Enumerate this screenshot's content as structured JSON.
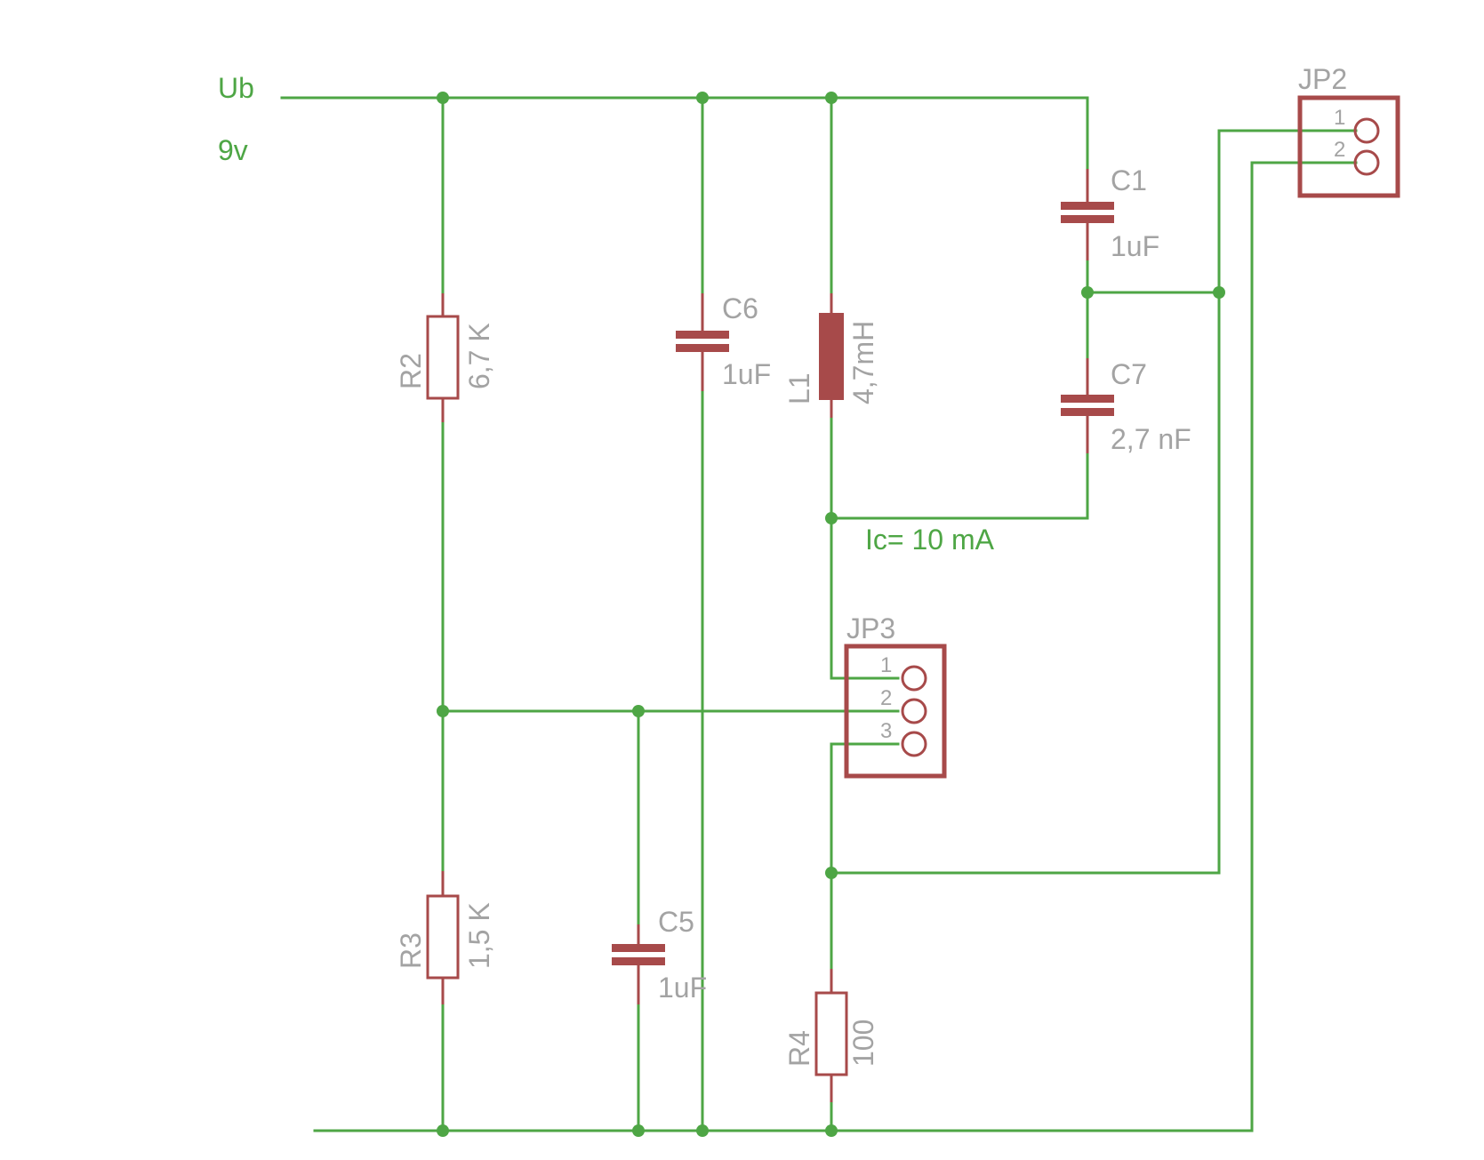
{
  "colors": {
    "wire": "#4ea645",
    "part": "#a74a4a",
    "label": "#a3a3a3"
  },
  "net_labels": {
    "supply_name": "Ub",
    "supply_voltage": "9v",
    "collector_current": "Ic= 10 mA"
  },
  "components": {
    "r2": {
      "name": "R2",
      "value": "6,7 K"
    },
    "r3": {
      "name": "R3",
      "value": "1,5 K"
    },
    "r4": {
      "name": "R4",
      "value": "100"
    },
    "c1": {
      "name": "C1",
      "value": "1uF"
    },
    "c5": {
      "name": "C5",
      "value": "1uF"
    },
    "c6": {
      "name": "C6",
      "value": "1uF"
    },
    "c7": {
      "name": "C7",
      "value": "2,7 nF"
    },
    "l1": {
      "name": "L1",
      "value": "4,7mH"
    },
    "jp2": {
      "name": "JP2",
      "pins": [
        "1",
        "2"
      ]
    },
    "jp3": {
      "name": "JP3",
      "pins": [
        "1",
        "2",
        "3"
      ]
    }
  }
}
